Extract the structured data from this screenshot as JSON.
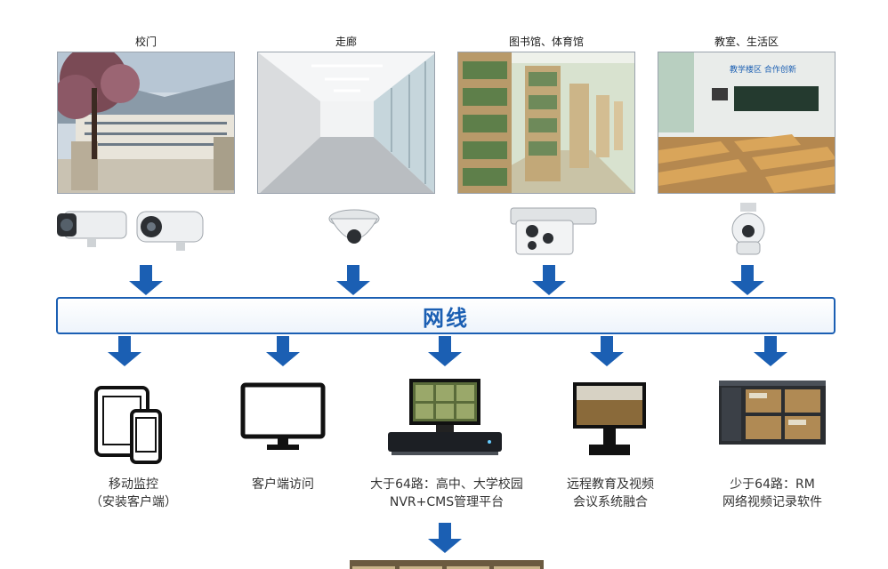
{
  "locations": [
    {
      "label": "校门"
    },
    {
      "label": "走廊"
    },
    {
      "label": "图书馆、体育馆"
    },
    {
      "label": "教室、生活区"
    }
  ],
  "network": {
    "label": "网线"
  },
  "endpoints": [
    {
      "line1": "移动监控",
      "line2": "（安装客户端）"
    },
    {
      "line1": "客户端访问",
      "line2": ""
    },
    {
      "line1": "大于64路：高中、大学校园",
      "line2": "NVR+CMS管理平台"
    },
    {
      "line1": "远程教育及视频",
      "line2": "会议系统融合"
    },
    {
      "line1": "少于64路：RM",
      "line2": "网络视频记录软件"
    }
  ],
  "classroom_banner": "教学楼区  合作创新",
  "colors": {
    "accent": "#1b5fb3"
  }
}
